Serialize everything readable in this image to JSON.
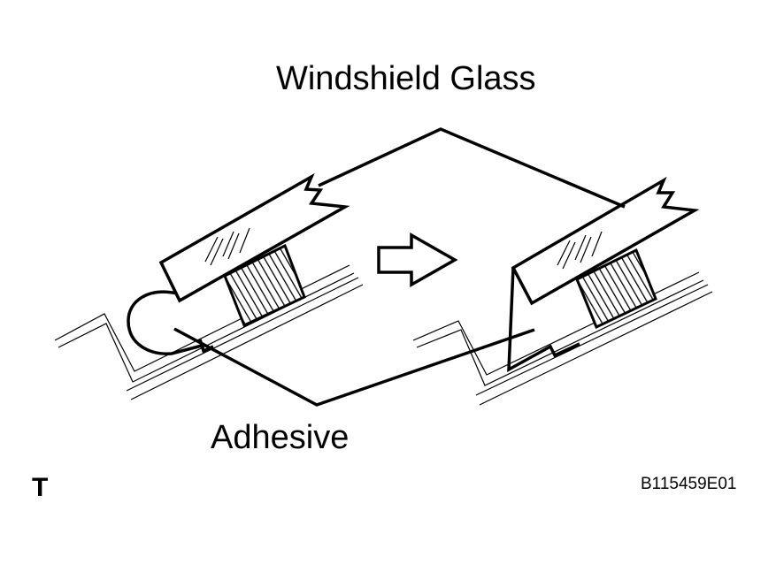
{
  "labels": {
    "windshield_glass": "Windshield Glass",
    "adhesive": "Adhesive",
    "corner_mark": "T",
    "figure_code": "B115459E01"
  },
  "colors": {
    "ink": "#000000",
    "background": "#ffffff"
  }
}
